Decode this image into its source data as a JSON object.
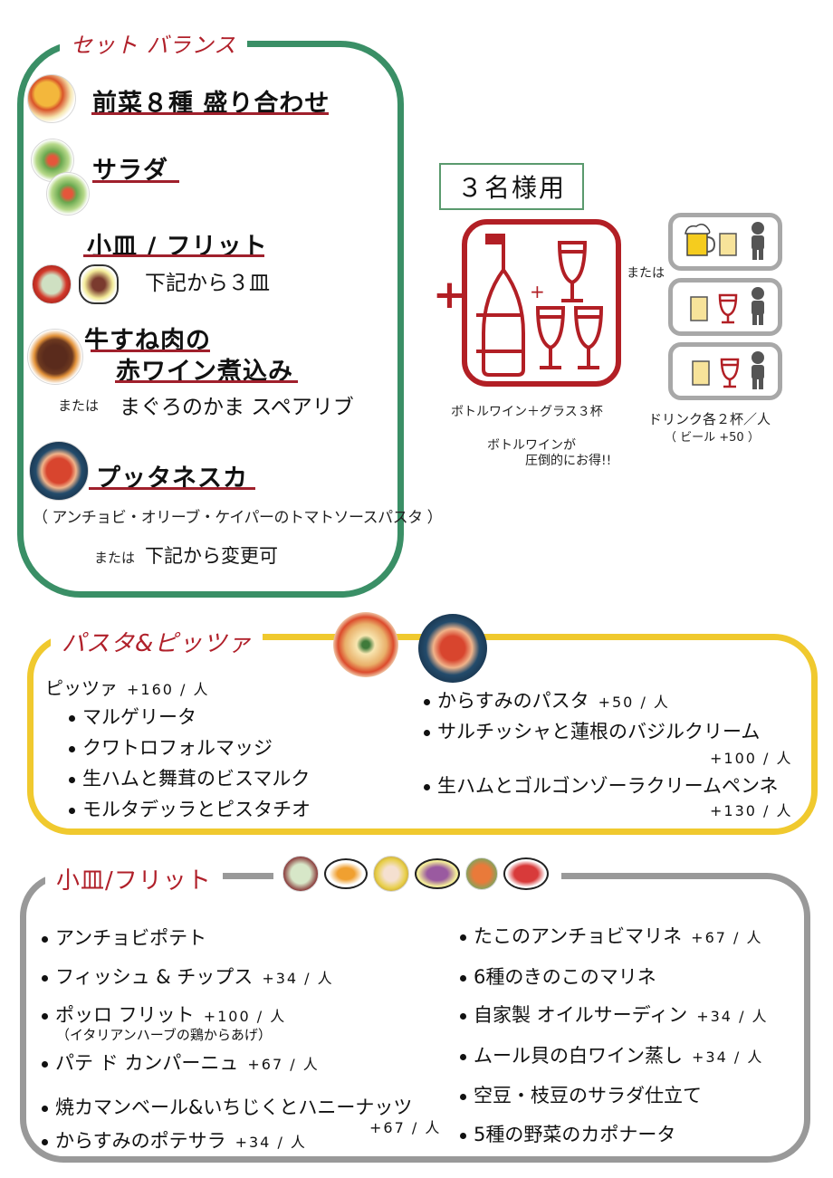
{
  "set_balance": {
    "title": "セット バランス",
    "items": [
      {
        "name": "前菜８種 盛り合わせ"
      },
      {
        "name": "サラダ"
      },
      {
        "name": "小皿 / フリット",
        "note": "下記から３皿"
      },
      {
        "name_line1": "牛すね肉の",
        "name_line2": "赤ワイン煮込み",
        "alt_prefix": "または",
        "alt": "まぐろのかま スペアリブ"
      },
      {
        "name": "プッタネスカ",
        "desc": "（ アンチョビ・オリーブ・ケイパーのトマトソースパスタ ）",
        "alt_prefix": "または",
        "alt": "下記から変更可"
      }
    ]
  },
  "drinks": {
    "persons_label": "３名様用",
    "plus_sign": "+",
    "bottle_plus": "+",
    "bottle_caption": "ボトルワイン＋グラス３杯",
    "bottle_note_line1": "ボトルワインが",
    "bottle_note_line2": "圧倒的にお得!!",
    "or_label": "または",
    "per_person_caption": "ドリンク各２杯／人",
    "beer_note": "（ ビール +50 ）",
    "options": [
      {
        "icons": [
          "beer-mug",
          "beer-glass",
          "person"
        ]
      },
      {
        "icons": [
          "beer-glass",
          "wine-glass",
          "person"
        ]
      },
      {
        "icons": [
          "beer-glass",
          "wine-glass",
          "person"
        ]
      }
    ],
    "colors": {
      "wine": "#b21f25",
      "card_border": "#a8a8a8",
      "person": "#555555",
      "beer": "#f7e39a"
    }
  },
  "pasta_pizza": {
    "title": "パスタ&ピッツァ",
    "pizza_header": "ピッツァ",
    "pizza_price": "+160 / 人",
    "pizzas": [
      "マルゲリータ",
      "クワトロフォルマッジ",
      "生ハムと舞茸のビスマルク",
      "モルタデッラとピスタチオ"
    ],
    "pastas": [
      {
        "name": "からすみのパスタ",
        "price": "+50 / 人"
      },
      {
        "name": "サルチッシャと蓮根のバジルクリーム",
        "price": "+100 / 人"
      },
      {
        "name": "生ハムとゴルゴンゾーラクリームペンネ",
        "price": "+130 / 人"
      }
    ]
  },
  "small_plates": {
    "title": "小皿/フリット",
    "left": [
      {
        "name": "アンチョビポテト",
        "price": ""
      },
      {
        "name": "フィッシュ & チップス",
        "price": "+34 / 人"
      },
      {
        "name": "ポッロ フリット",
        "price": "+100 / 人",
        "sub": "（イタリアンハーブの鶏からあげ）"
      },
      {
        "name": "パテ ド カンパーニュ",
        "price": "+67 / 人"
      },
      {
        "name": "焼カマンベール&いちじくとハニーナッツ",
        "price": "+67 / 人"
      },
      {
        "name": "からすみのポテサラ",
        "price": "+34 / 人"
      }
    ],
    "right": [
      {
        "name": "たこのアンチョビマリネ",
        "price": "+67 / 人"
      },
      {
        "name": "6種のきのこのマリネ",
        "price": ""
      },
      {
        "name": "自家製 オイルサーディン",
        "price": "+34 / 人"
      },
      {
        "name": "ムール貝の白ワイン蒸し",
        "price": "+34 / 人"
      },
      {
        "name": "空豆・枝豆のサラダ仕立て",
        "price": ""
      },
      {
        "name": "5種の野菜のカポナータ",
        "price": ""
      }
    ]
  },
  "colors": {
    "green": "#3a8f66",
    "yellow": "#f0c92e",
    "gray": "#999999",
    "title_red": "#b0202a",
    "underline": "#a0202c"
  }
}
